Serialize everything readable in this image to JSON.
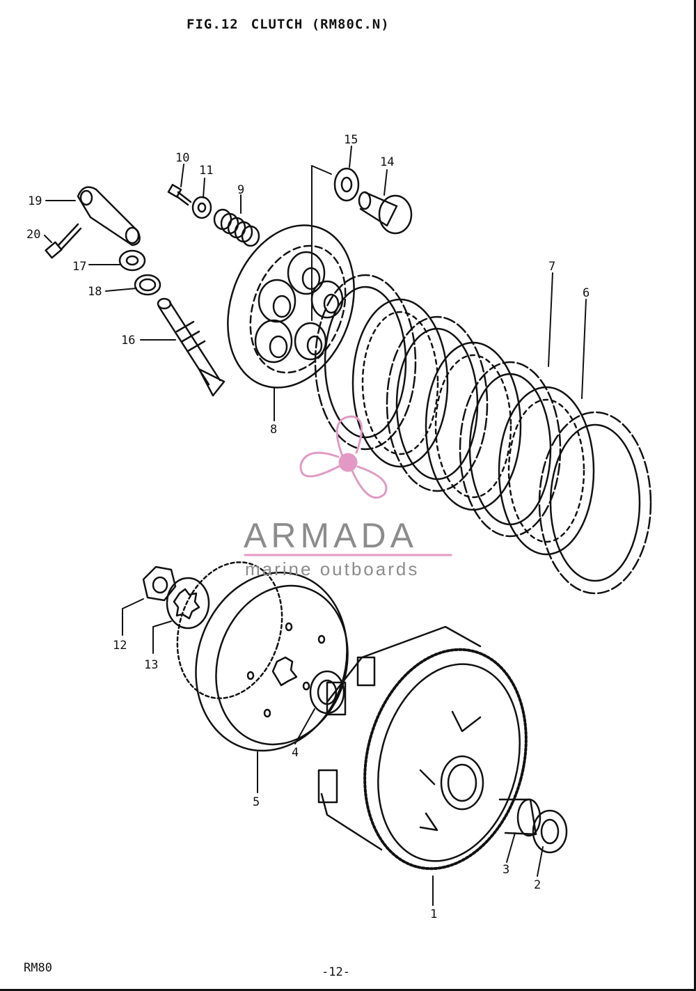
{
  "header": {
    "fig_label": "FIG.12",
    "fig_title": "CLUTCH (RM80C.N)"
  },
  "footer": {
    "model": "RM80",
    "page_number": "-12-"
  },
  "watermark": {
    "brand": "ARMADA",
    "tagline": "marine outboards",
    "color": "#e29ac4"
  },
  "callouts": {
    "c1": "1",
    "c2": "2",
    "c3": "3",
    "c4": "4",
    "c5": "5",
    "c6": "6",
    "c7": "7",
    "c8": "8",
    "c9": "9",
    "c10": "10",
    "c11": "11",
    "c12": "12",
    "c13": "13",
    "c14": "14",
    "c15": "15",
    "c16": "16",
    "c17": "17",
    "c18": "18",
    "c19": "19",
    "c20": "20"
  }
}
